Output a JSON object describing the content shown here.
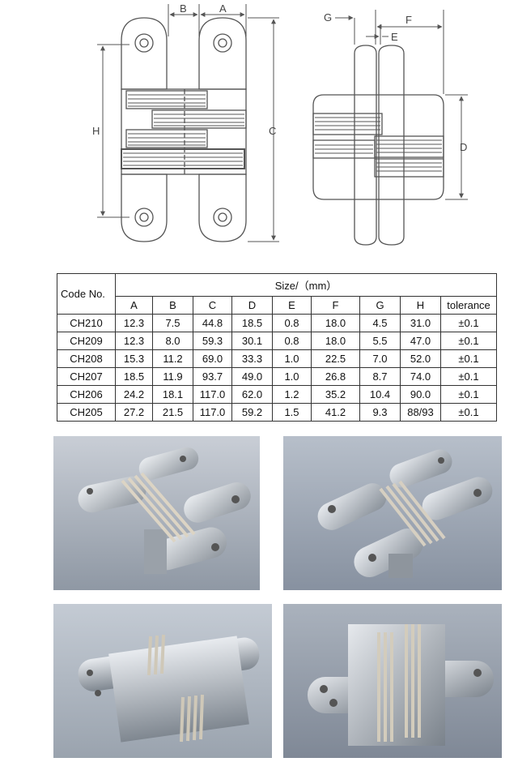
{
  "drawing": {
    "dimension_labels": {
      "a": "A",
      "b": "B",
      "c": "C",
      "d": "D",
      "e": "E",
      "f": "F",
      "g": "G",
      "h": "H"
    }
  },
  "table": {
    "code_header": "Code No.",
    "size_header": "Size/（mm）",
    "columns": [
      "A",
      "B",
      "C",
      "D",
      "E",
      "F",
      "G",
      "H",
      "tolerance"
    ],
    "rows": [
      [
        "CH210",
        "12.3",
        "7.5",
        "44.8",
        "18.5",
        "0.8",
        "18.0",
        "4.5",
        "31.0",
        "±0.1"
      ],
      [
        "CH209",
        "12.3",
        "8.0",
        "59.3",
        "30.1",
        "0.8",
        "18.0",
        "5.5",
        "47.0",
        "±0.1"
      ],
      [
        "CH208",
        "15.3",
        "11.2",
        "69.0",
        "33.3",
        "1.0",
        "22.5",
        "7.0",
        "52.0",
        "±0.1"
      ],
      [
        "CH207",
        "18.5",
        "11.9",
        "93.7",
        "49.0",
        "1.0",
        "26.8",
        "8.7",
        "74.0",
        "±0.1"
      ],
      [
        "CH206",
        "24.2",
        "18.1",
        "117.0",
        "62.0",
        "1.2",
        "35.2",
        "10.4",
        "90.0",
        "±0.1"
      ],
      [
        "CH205",
        "27.2",
        "21.5",
        "117.0",
        "59.2",
        "1.5",
        "41.2",
        "9.3",
        "88/93",
        "±0.1"
      ]
    ]
  },
  "colors": {
    "line": "#555555",
    "metal_light": "#d8dde3",
    "metal_dark": "#8c939b",
    "backdrop": "#9ea7b3"
  }
}
